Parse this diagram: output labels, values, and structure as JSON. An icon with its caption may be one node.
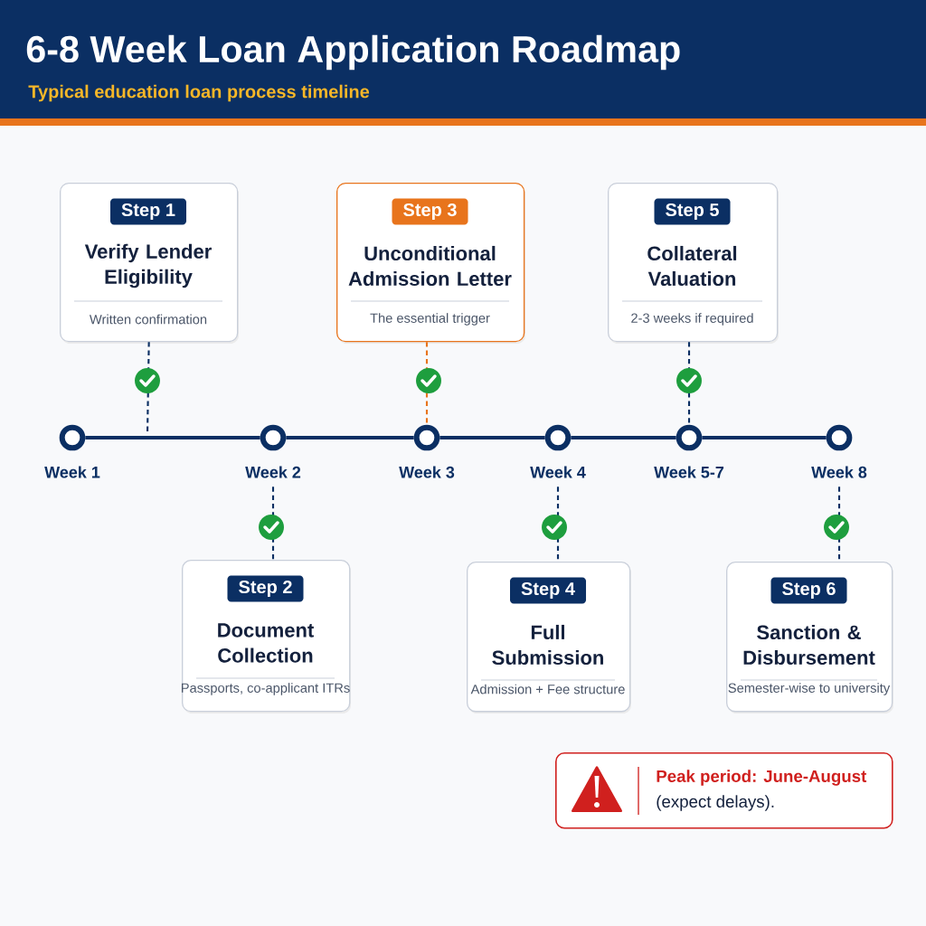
{
  "diagram": {
    "title": "6-8 Week Loan Application Roadmap",
    "nodes": [
      {
        "text": [
          "Step 1",
          "Verify Lender Eligibility",
          "Written confirmation"
        ]
      },
      {
        "text": [
          "Step 3",
          "Unconditional Admission Letter",
          "The essential trigger"
        ]
      },
      {
        "text": [
          "Step 5",
          "Collateral Valuation",
          "2-3 weeks if required"
        ]
      },
      {
        "text": [],
        "shape": "circle",
        "beside": [
          "Week 1"
        ]
      },
      {
        "text": [],
        "shape": "circle",
        "beside": [
          "Week 2"
        ]
      },
      {
        "text": [],
        "shape": "circle",
        "beside": [
          "Week 3"
        ]
      },
      {
        "text": [],
        "shape": "circle",
        "beside": [
          "Week 4"
        ]
      },
      {
        "text": [],
        "shape": "circle",
        "beside": [
          "Week 5-7"
        ]
      },
      {
        "text": [],
        "shape": "circle",
        "beside": [
          "Week 8"
        ]
      },
      {
        "text": [
          "Step 2",
          "Document Collection",
          "Passports, co-applicant ITRs"
        ]
      },
      {
        "text": [
          "Step 4",
          "Full Submission",
          "Admission + Fee structure"
        ]
      },
      {
        "text": [
          "Step 6",
          "Sanction & Disbursement",
          "Semester-wise to university"
        ]
      },
      {
        "text": [
          "Peak period: June-August",
          "(expect delays)."
        ]
      }
    ],
    "edges": [
      {
        "from": 3,
        "to": 4,
        "arrow": "none",
        "style": "thick"
      },
      {
        "from": 4,
        "to": 5,
        "arrow": "none",
        "style": "thick"
      },
      {
        "from": 5,
        "to": 6,
        "arrow": "none",
        "style": "thick"
      },
      {
        "from": 6,
        "to": 7,
        "arrow": "none",
        "style": "thick"
      },
      {
        "from": 7,
        "to": 8,
        "arrow": "none",
        "style": "thick"
      },
      {
        "from": 0,
        "to": null,
        "arrow": "none",
        "style": "dashed"
      },
      {
        "from": 1,
        "to": 5,
        "arrow": "none",
        "style": "dashed",
        "color": "#e8741c"
      },
      {
        "from": 2,
        "to": 7,
        "arrow": "none",
        "style": "dashed"
      },
      {
        "from": 4,
        "to": 9,
        "arrow": "none",
        "style": "dashed"
      },
      {
        "from": 6,
        "to": 10,
        "arrow": "none",
        "style": "dashed"
      },
      {
        "from": 8,
        "to": 11,
        "arrow": "none",
        "style": "dashed"
      }
    ],
    "labels": [
      "Typical education loan process timeline"
    ]
  }
}
